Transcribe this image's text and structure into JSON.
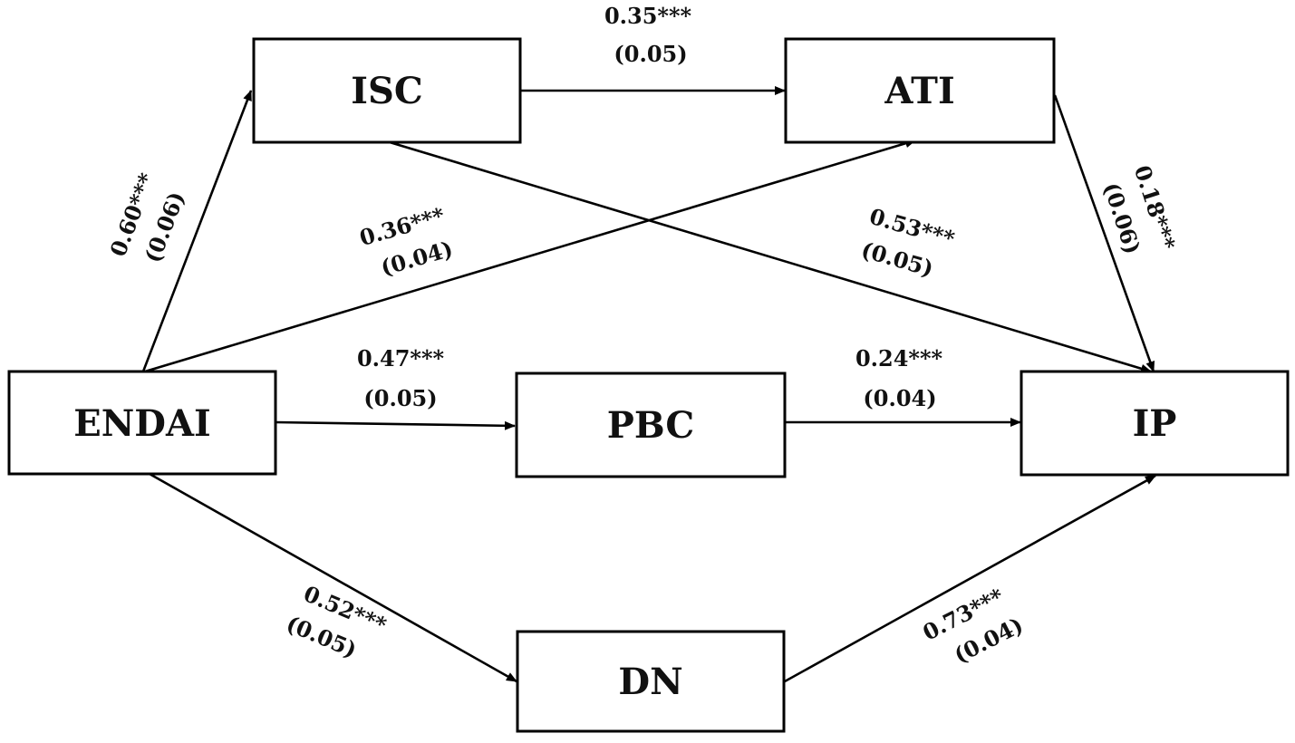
{
  "nodes": {
    "isc": "ISC",
    "ati": "ATI",
    "endai": "ENDAI",
    "pbc": "PBC",
    "ip": "IP",
    "dn": "DN"
  },
  "edges": {
    "endai_isc": {
      "from": "ENDAI",
      "to": "ISC",
      "coef": "0.60***",
      "se": "(0.06)"
    },
    "isc_ati": {
      "from": "ISC",
      "to": "ATI",
      "coef": "0.35***",
      "se": "(0.05)"
    },
    "endai_ati": {
      "from": "ENDAI",
      "to": "ATI",
      "coef": "0.36***",
      "se": "(0.04)"
    },
    "isc_ip": {
      "from": "ISC",
      "to": "IP",
      "coef": "0.53***",
      "se": "(0.05)"
    },
    "ati_ip": {
      "from": "ATI",
      "to": "IP",
      "coef": "0.18***",
      "se": "(0.06)"
    },
    "endai_pbc": {
      "from": "ENDAI",
      "to": "PBC",
      "coef": "0.47***",
      "se": "(0.05)"
    },
    "pbc_ip": {
      "from": "PBC",
      "to": "IP",
      "coef": "0.24***",
      "se": "(0.04)"
    },
    "endai_dn": {
      "from": "ENDAI",
      "to": "DN",
      "coef": "0.52***",
      "se": "(0.05)"
    },
    "dn_ip": {
      "from": "DN",
      "to": "IP",
      "coef": "0.73***",
      "se": "(0.04)"
    }
  }
}
